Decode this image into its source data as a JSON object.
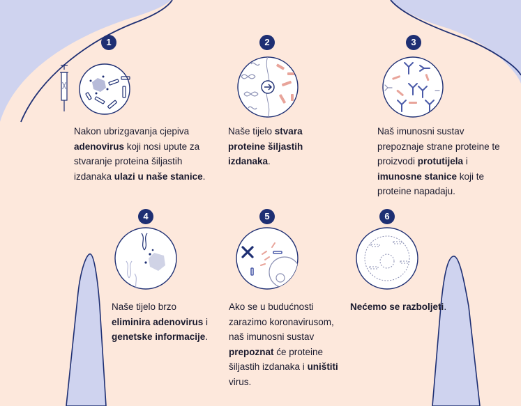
{
  "colors": {
    "navy": "#1e2f73",
    "skin": "#fde8dc",
    "lavender": "#cfd3ef",
    "pink": "#e8a49a",
    "text": "#1a1a2e"
  },
  "steps": [
    {
      "number": "1",
      "icon": "syringe-and-adenovirus-cell-icon",
      "caption": [
        {
          "t": "Nakon ubrizgavanja cjepiva ",
          "b": false
        },
        {
          "t": "adenovirus",
          "b": true
        },
        {
          "t": " koji nosi upute za stvaranje proteina šiljastih izdanaka ",
          "b": false
        },
        {
          "t": "ulazi u naše stanice",
          "b": true
        },
        {
          "t": ".",
          "b": false
        }
      ]
    },
    {
      "number": "2",
      "icon": "dna-to-spike-protein-icon",
      "caption": [
        {
          "t": "Naše tijelo ",
          "b": false
        },
        {
          "t": "stvara proteine šiljastih izdanaka",
          "b": true
        },
        {
          "t": ".",
          "b": false
        }
      ]
    },
    {
      "number": "3",
      "icon": "antibodies-icon",
      "caption": [
        {
          "t": "Naš imunosni sustav prepoznaje strane proteine te proizvodi ",
          "b": false
        },
        {
          "t": "protutijela",
          "b": true
        },
        {
          "t": " i ",
          "b": false
        },
        {
          "t": "imunosne stanice",
          "b": true
        },
        {
          "t": " koji te proteine napadaju.",
          "b": false
        }
      ]
    },
    {
      "number": "4",
      "icon": "adenovirus-elimination-icon",
      "caption": [
        {
          "t": "Naše tijelo brzo ",
          "b": false
        },
        {
          "t": "eliminira adenovirus",
          "b": true
        },
        {
          "t": " i ",
          "b": false
        },
        {
          "t": "genetske informacije",
          "b": true
        },
        {
          "t": ".",
          "b": false
        }
      ]
    },
    {
      "number": "5",
      "icon": "coronavirus-destroyed-icon",
      "caption": [
        {
          "t": "Ako se u budućnosti zarazimo koronavirusom, naš imunosni sustav ",
          "b": false
        },
        {
          "t": "prepoznat",
          "b": true
        },
        {
          "t": " će proteine šiljastih izdanaka i ",
          "b": false
        },
        {
          "t": "uništiti",
          "b": true
        },
        {
          "t": " virus.",
          "b": false
        }
      ]
    },
    {
      "number": "6",
      "icon": "healthy-cell-icon",
      "caption": [
        {
          "t": "Nećemo se razboljeti",
          "b": true
        },
        {
          "t": ".",
          "b": false
        }
      ]
    }
  ]
}
